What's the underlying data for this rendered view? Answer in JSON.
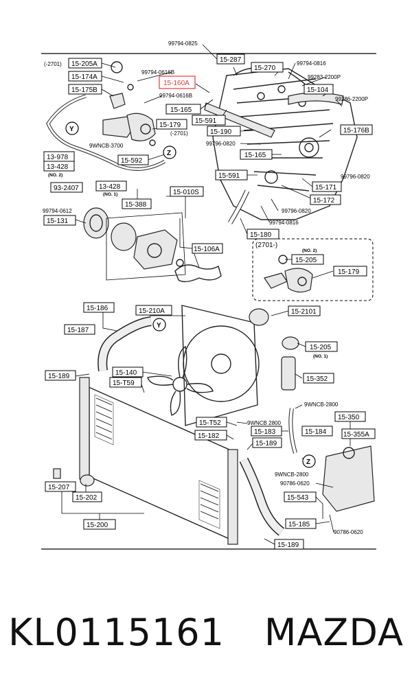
{
  "diagram": {
    "top_code": "(-2701)",
    "group_code_a": "(-2701)",
    "group_code_b": "(2701-)",
    "labels": {
      "p15_205A": "15-205A",
      "p15_174A": "15-174A",
      "p15_175B": "15-175B",
      "p99794_0825": "99794-0825",
      "p15_287": "15-287",
      "p15_270": "15-270",
      "p99794_0816a": "99794-0816",
      "p99794_0616B": "99794-0616B",
      "p15_160A": "15-160A",
      "p99794_0616B_2": "99794-0616B",
      "p99283_2200P": "99283-2200P",
      "p15_104": "15-104",
      "p99286_2200P": "99286-2200P",
      "p15_165a": "15-165",
      "p15_591a": "15-591",
      "p15_179a": "15-179",
      "p15_190": "15-190",
      "p15_176B": "15-176B",
      "p9WNCB_3700": "9WNCB-3700",
      "p99796_0820a": "99796-0820",
      "p13_978": "13-978",
      "p15_592": "15-592",
      "p15_165b": "15-165",
      "p13_428a": "13-428",
      "no2a": "(NO. 2)",
      "p15_591b": "15-591",
      "p99796_0820b": "99796-0820",
      "p93_2407": "93-2407",
      "p13_428b": "13-428",
      "no1a": "(NO. 1)",
      "p15_171": "15-171",
      "p15_388": "15-388",
      "p15_010S": "15-010S",
      "p15_172": "15-172",
      "p99794_0612": "99794-0612",
      "p99796_0820c": "99796-0820",
      "p15_131": "15-131",
      "p99794_0816b": "99794-0816",
      "p15_180": "15-180",
      "p15_106A": "15-106A",
      "no2b": "(NO. 2)",
      "p15_205b": "15-205",
      "p15_179b": "15-179",
      "p15_186": "15-186",
      "p15_210A": "15-210A",
      "p15_2101": "15-2101",
      "p15_187": "15-187",
      "p15_205c": "15-205",
      "no1b": "(NO. 1)",
      "p15_140": "15-140",
      "p15_352": "15-352",
      "p15_189a": "15-189",
      "p15_T59": "15-T59",
      "p9WNCB_2800a": "9WNCB-2800",
      "p15_350": "15-350",
      "p15_T52": "15-T52",
      "p9WNCB_2800b": "9WNCB 2800",
      "p15_183": "15-183",
      "p15_184": "15-184",
      "p15_355A": "15-355A",
      "p15_182": "15-182",
      "p15_189b": "15-189",
      "p9WNCB_2800c": "9WNCB-2800",
      "p90786_0620a": "90786-0620",
      "p15_207": "15-207",
      "p15_202": "15-202",
      "p15_543": "15-543",
      "p15_200": "15-200",
      "p15_185": "15-185",
      "p90786_0620b": "90786-0620",
      "p15_189c": "15-189",
      "mark_Y": "Y",
      "mark_Z": "Z"
    }
  },
  "caption": {
    "part_number": "KL0115161",
    "brand": "MAZDA"
  },
  "colors": {
    "highlight": "#e53935",
    "ink": "#000000"
  }
}
